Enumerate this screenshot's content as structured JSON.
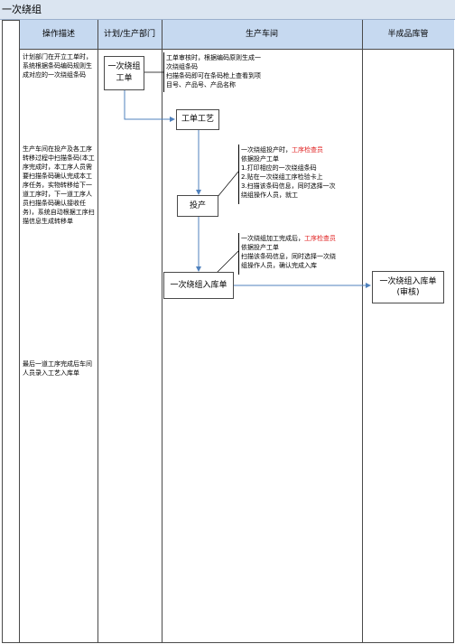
{
  "title": "一次绕组",
  "columns": {
    "desc": "操作描述",
    "plan": "计划/生产部门",
    "workshop": "生产车间",
    "warehouse": "半成品库管"
  },
  "descriptions": {
    "d1": "计划部门在开立工单时，系统根据条码编码规则生成对应的一次绕组条码",
    "d2": "生产车间在投产及各工序转移过程中扫描条码(本工序完成时，本工序人员需要扫描条码确认完成本工序任务，实物转移给下一道工序时，下一道工序人员扫描条码确认接收任务)，系统自动根据工序扫描信息生成转移单",
    "d3": "最后一道工序完成后车间人员录入工艺入库单"
  },
  "boxes": {
    "work_order": "一次绕组工单",
    "process": "工单工艺",
    "production": "投产",
    "inbound": "一次绕组入库单",
    "inbound_review_line1": "一次绕组入库单",
    "inbound_review_line2": "(审核)"
  },
  "notes": {
    "n1": {
      "l1": "工单审核时，根据编码原则生成一",
      "l2": "次绕组条码",
      "l3": "扫描条码即可在条码枪上查看到项",
      "l4": "目号、产品号、产品名称"
    },
    "n2": {
      "l1a": "一次绕组投产时，",
      "l1b": "工序检查员",
      "l2": "依据投产工单",
      "l3": "1.打印相应的一次绕组条码",
      "l4": "2.贴在一次绕组工序检验卡上",
      "l5": "3.扫描该条码信息，同时选择一次",
      "l6": "绕组操作人员，就工"
    },
    "n3": {
      "l1a": "一次绕组加工完成后，",
      "l1b": "工序检查员",
      "l2": "依据投产工单",
      "l3": "扫描该条码信息，同时选择一次绕",
      "l4": "组操作人员，确认完成入库"
    }
  }
}
